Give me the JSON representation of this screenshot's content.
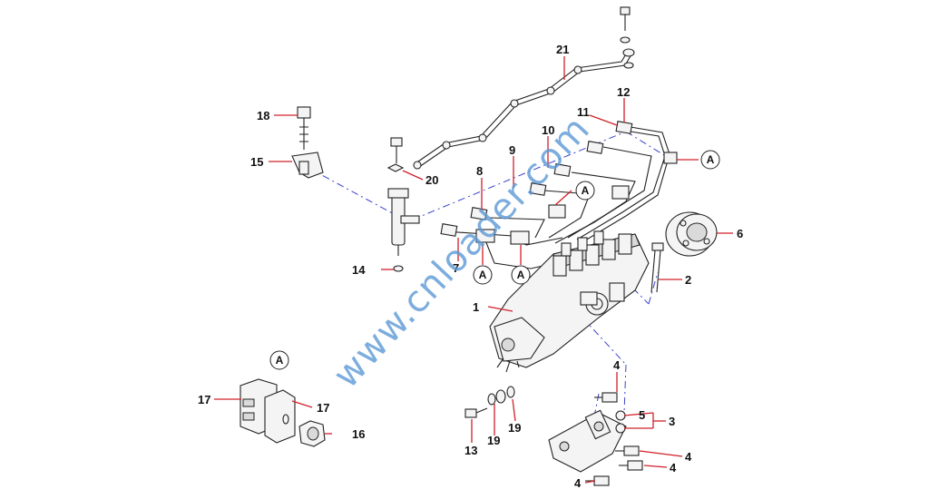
{
  "watermark": "www.cnloader.com",
  "callouts": [
    {
      "id": "c1",
      "label": "1"
    },
    {
      "id": "c2",
      "label": "2"
    },
    {
      "id": "c3",
      "label": "3"
    },
    {
      "id": "c4a",
      "label": "4"
    },
    {
      "id": "c4b",
      "label": "4"
    },
    {
      "id": "c4c",
      "label": "4"
    },
    {
      "id": "c4d",
      "label": "4"
    },
    {
      "id": "c5",
      "label": "5"
    },
    {
      "id": "c6",
      "label": "6"
    },
    {
      "id": "c7",
      "label": "7"
    },
    {
      "id": "c8",
      "label": "8"
    },
    {
      "id": "c9",
      "label": "9"
    },
    {
      "id": "c10",
      "label": "10"
    },
    {
      "id": "c11",
      "label": "11"
    },
    {
      "id": "c12",
      "label": "12"
    },
    {
      "id": "c13",
      "label": "13"
    },
    {
      "id": "c14",
      "label": "14"
    },
    {
      "id": "c15",
      "label": "15"
    },
    {
      "id": "c16",
      "label": "16"
    },
    {
      "id": "c17a",
      "label": "17"
    },
    {
      "id": "c17b",
      "label": "17"
    },
    {
      "id": "c18",
      "label": "18"
    },
    {
      "id": "c19a",
      "label": "19"
    },
    {
      "id": "c19b",
      "label": "19"
    },
    {
      "id": "c20",
      "label": "20"
    },
    {
      "id": "c21",
      "label": "21"
    }
  ],
  "reference_marks": {
    "ref_a": "A"
  }
}
